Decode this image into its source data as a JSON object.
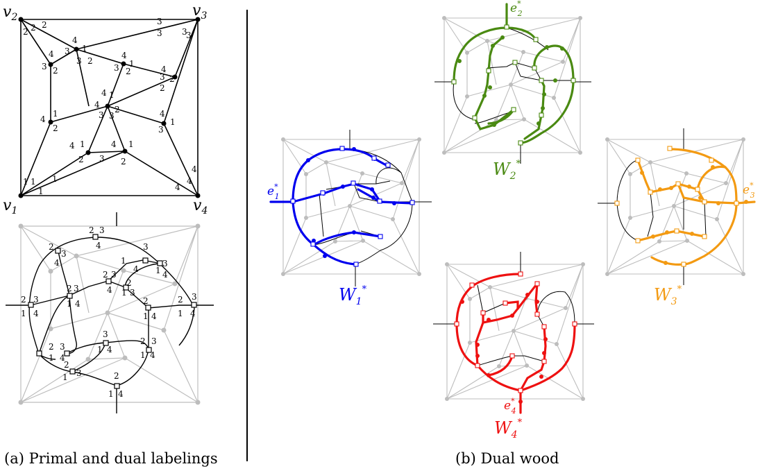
{
  "captions": {
    "left": "(a) Primal and dual labelings",
    "right": "(b) Dual wood"
  },
  "vertex_names": {
    "v1": "v1",
    "v2": "v2",
    "v3": "v3",
    "v4": "v4"
  },
  "woods": [
    {
      "id": "W1",
      "name": "W",
      "sub": "1",
      "edge_label": "e",
      "edge_sub": "1",
      "color": "#0000ee"
    },
    {
      "id": "W2",
      "name": "W",
      "sub": "2",
      "edge_label": "e",
      "edge_sub": "2",
      "color": "#4a8a12"
    },
    {
      "id": "W3",
      "name": "W",
      "sub": "3",
      "edge_label": "e",
      "edge_sub": "3",
      "color": "#f39a12"
    },
    {
      "id": "W4",
      "name": "W",
      "sub": "4",
      "edge_label": "e",
      "edge_sub": "4",
      "color": "#ee1111"
    }
  ],
  "colors": {
    "black": "#000000",
    "gray": "#bdbdbd"
  }
}
